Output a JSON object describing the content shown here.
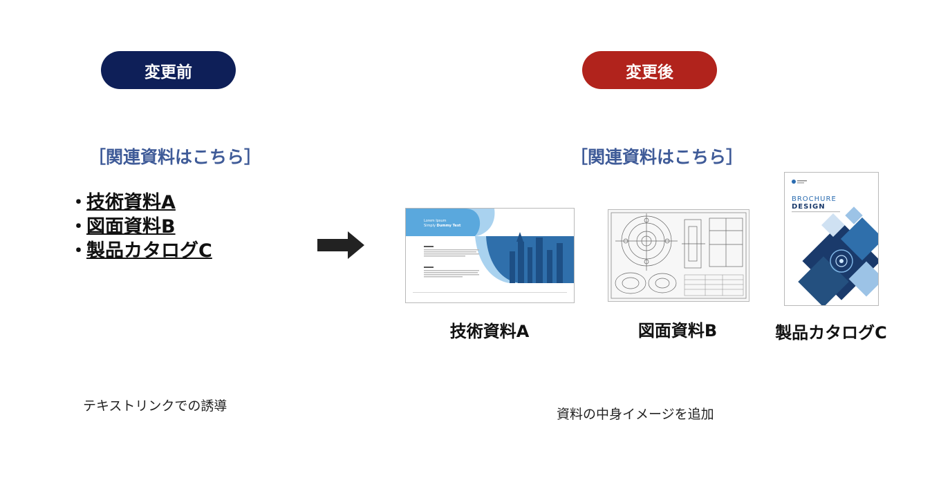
{
  "before": {
    "badge": "変更前",
    "heading": "［関連資料はこちら］",
    "bullet": "・",
    "links": [
      "技術資料A",
      "図面資料B",
      "製品カタログC"
    ],
    "caption": "テキストリンクでの誘導"
  },
  "after": {
    "badge": "変更後",
    "heading": "［関連資料はこちら］",
    "documents": [
      {
        "label": "技術資料A"
      },
      {
        "label": "図面資料B"
      },
      {
        "label": "製品カタログC"
      }
    ],
    "caption": "資料の中身イメージを追加"
  },
  "thumbnails": {
    "a": {
      "title_line1": "Lorem Ipsum",
      "title_line2_prefix": "Simply ",
      "title_line2_bold": "Dummy Text"
    },
    "c": {
      "head_line1": "BROCHURE",
      "head_line2": "DESIGN"
    }
  },
  "colors": {
    "before_badge": "#0e1f58",
    "after_badge": "#b1231c",
    "heading": "#3f5b98",
    "arrow": "#222222"
  },
  "icons": {
    "transition": "right-arrow-icon"
  }
}
